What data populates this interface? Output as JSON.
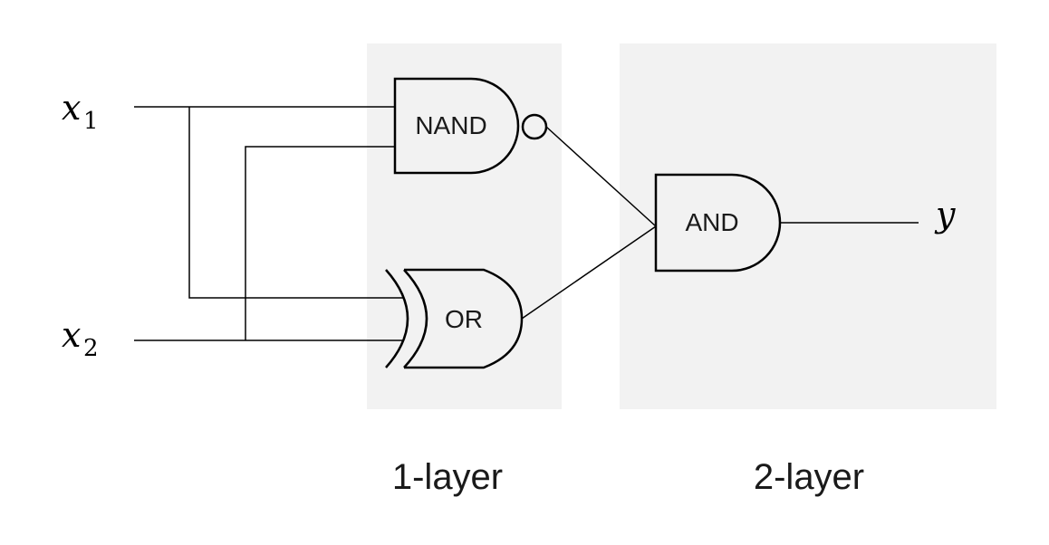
{
  "inputs": [
    {
      "name": "x",
      "subscript": "1"
    },
    {
      "name": "x",
      "subscript": "2"
    }
  ],
  "output": {
    "name": "y"
  },
  "gates": {
    "nand": {
      "label": "NAND"
    },
    "or": {
      "label": "OR"
    },
    "and": {
      "label": "AND"
    }
  },
  "layers": [
    {
      "label": "1-layer"
    },
    {
      "label": "2-layer"
    }
  ],
  "colors": {
    "layer_background": "#f2f2f2",
    "line": "#000000"
  }
}
